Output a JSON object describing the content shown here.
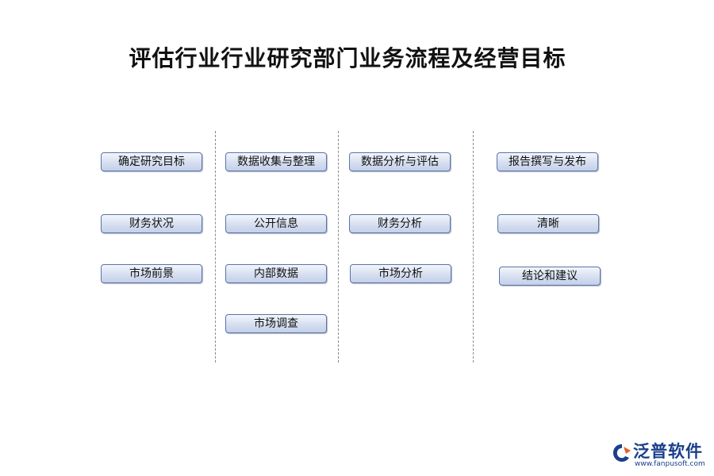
{
  "title": "评估行业行业研究部门业务流程及经营目标",
  "columns": [
    {
      "items": [
        "确定研究目标",
        "财务状况",
        "市场前景"
      ]
    },
    {
      "items": [
        "数据收集与整理",
        "公开信息",
        "内部数据",
        "市场调查"
      ]
    },
    {
      "items": [
        "数据分析与评估",
        "财务分析",
        "市场分析"
      ]
    },
    {
      "items": [
        "报告撰写与发布",
        "清晰",
        "结论和建议"
      ]
    }
  ],
  "logo": {
    "name": "泛普软件",
    "url": "www.fanpusoft.com",
    "brand_color": "#1b3f8a",
    "accent_color": "#e8602c",
    "icon": "fanpu-logo-icon"
  }
}
